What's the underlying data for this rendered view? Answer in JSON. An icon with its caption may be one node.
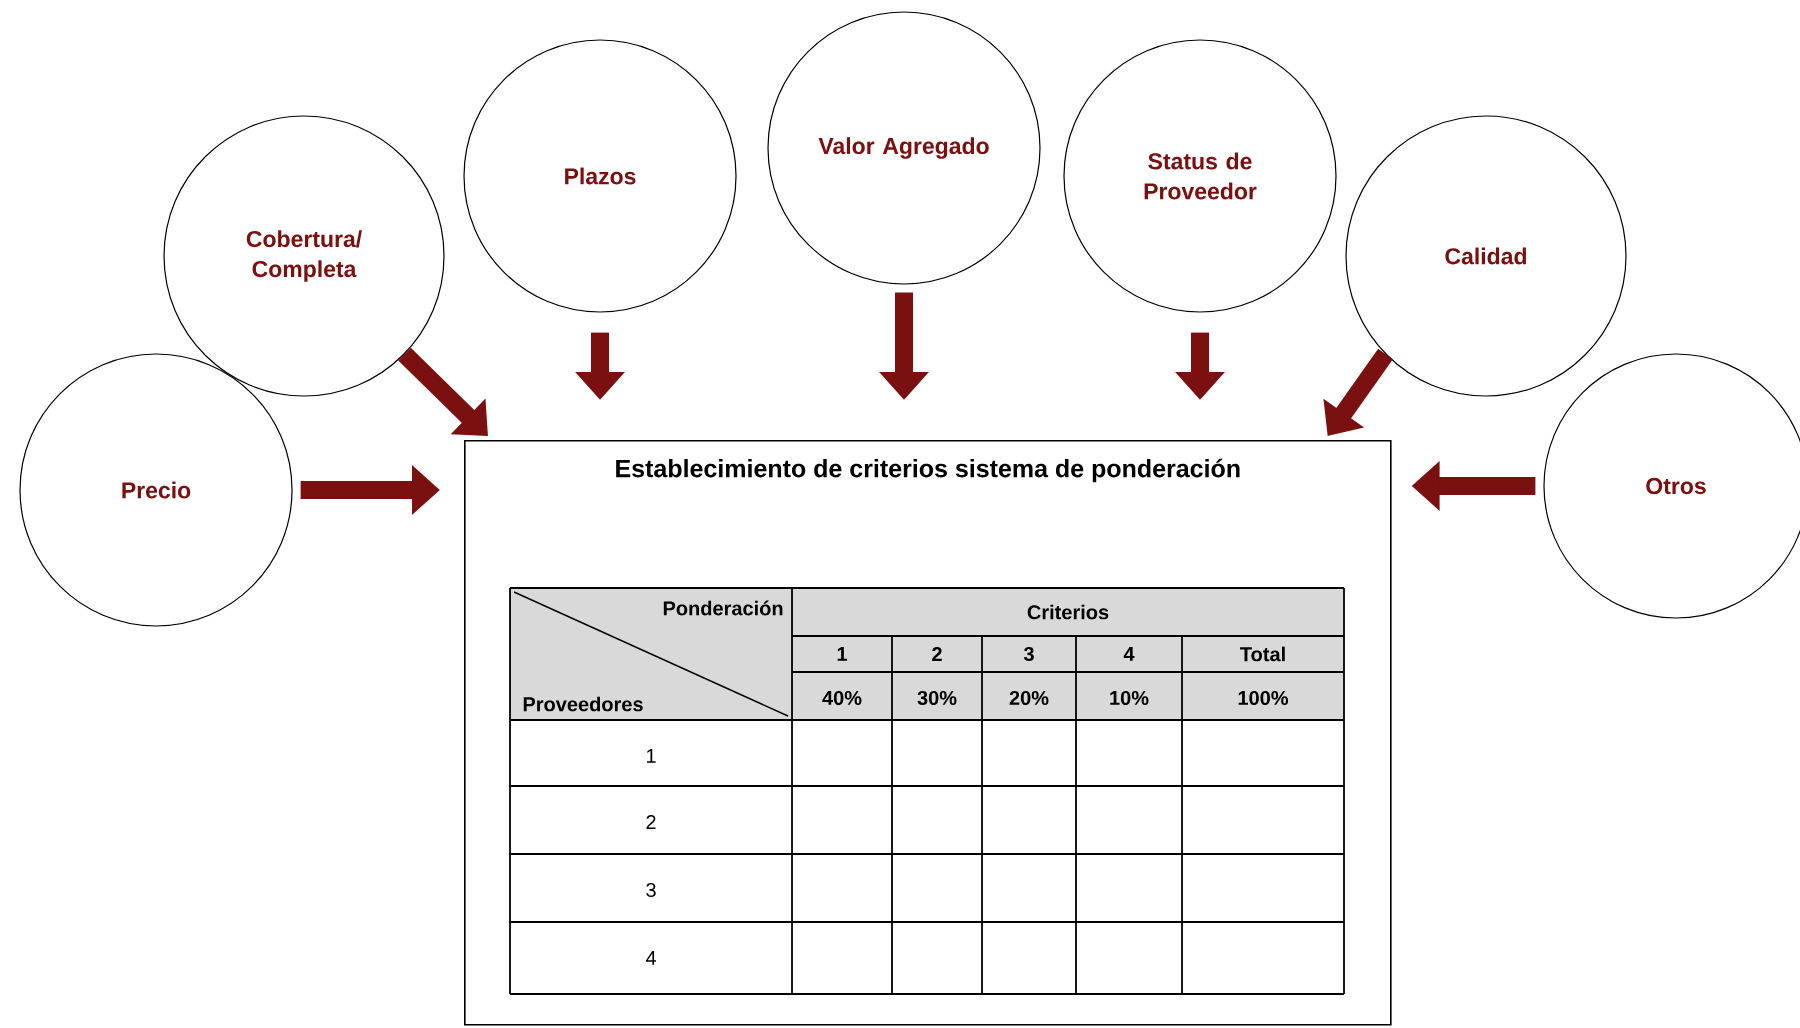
{
  "diagram": {
    "nodes": [
      {
        "text": [
          "Precio"
        ]
      },
      {
        "text": [
          "Cobertura/ Completa"
        ]
      },
      {
        "text": [
          "Plazos"
        ]
      },
      {
        "text": [
          "Valor Agregado"
        ]
      },
      {
        "text": [
          "Status de Proveedor"
        ]
      },
      {
        "text": [
          "Calidad"
        ]
      },
      {
        "text": [
          "Otros"
        ]
      },
      {
        "text": [
          "Establecimiento de criterios sistema de ponderación"
        ]
      }
    ],
    "edges": [
      {
        "from": 0,
        "to": 7,
        "arrow": "to"
      },
      {
        "from": 1,
        "to": 7,
        "arrow": "to"
      },
      {
        "from": 2,
        "to": 7,
        "arrow": "to"
      },
      {
        "from": 3,
        "to": 7,
        "arrow": "to"
      },
      {
        "from": 4,
        "to": 7,
        "arrow": "to"
      },
      {
        "from": 5,
        "to": 7,
        "arrow": "to"
      },
      {
        "from": 6,
        "to": 7,
        "arrow": "to"
      }
    ],
    "labels": [
      "Ponderación",
      "Criterios",
      "1",
      "2",
      "3",
      "4",
      "Total",
      "Proveedores",
      "40%",
      "30%",
      "20%",
      "10%",
      "100%",
      "1",
      "2",
      "3",
      "4"
    ]
  }
}
